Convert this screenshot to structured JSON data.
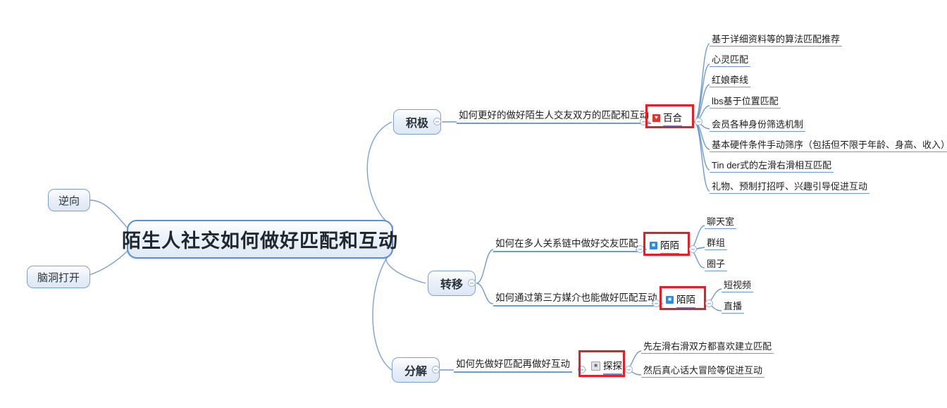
{
  "meta": {
    "app": "mind-map",
    "accent_blue": "#6e9bd4",
    "node_border_blue": "#7ba2d6",
    "highlight_red": "#ee1c22",
    "background": "#ffffff"
  },
  "root": {
    "label": "陌生人社交如何做好匹配和互动"
  },
  "left_branches": [
    {
      "label": "逆向"
    },
    {
      "label": "脑洞打开"
    }
  ],
  "right_branches": [
    {
      "id": "positive",
      "label": "积极",
      "question": "如何更好的做好陌生人交友双方的匹配和互动",
      "app": {
        "name": "百合",
        "icon": "heart-favicon",
        "icon_color": "#e0352b",
        "highlighted": true
      },
      "leaves": [
        "基于详细资料等的算法匹配推荐",
        "心灵匹配",
        "红娘牵线",
        "lbs基于位置匹配",
        "会员各种身份筛选机制",
        "基本硬件条件手动筛序（包括但不限于年龄、身高、收入）",
        "Tin der式的左滑右滑相互匹配",
        "礼物、预制打招呼、兴趣引导促进互动"
      ]
    },
    {
      "id": "transfer",
      "label": "转移",
      "subbranches": [
        {
          "question": "如何在多人关系链中做好交友匹配",
          "app": {
            "name": "陌陌",
            "icon": "momo-favicon",
            "icon_color": "#2a8fe0",
            "highlighted": true
          },
          "leaves": [
            "聊天室",
            "群组",
            "圈子"
          ]
        },
        {
          "question": "如何通过第三方媒介也能做好匹配互动",
          "app": {
            "name": "陌陌",
            "icon": "momo-favicon",
            "icon_color": "#2a8fe0",
            "highlighted": true
          },
          "leaves": [
            "短视频",
            "直播"
          ]
        }
      ]
    },
    {
      "id": "decompose",
      "label": "分解",
      "question": "如何先做好匹配再做好互动",
      "app": {
        "name": "探探",
        "icon": "tantan-favicon",
        "icon_color": "#e8e8e8",
        "highlighted": true
      },
      "leaves": [
        "先左滑右滑双方都喜欢建立匹配",
        "然后真心话大冒险等促进互动"
      ]
    }
  ]
}
